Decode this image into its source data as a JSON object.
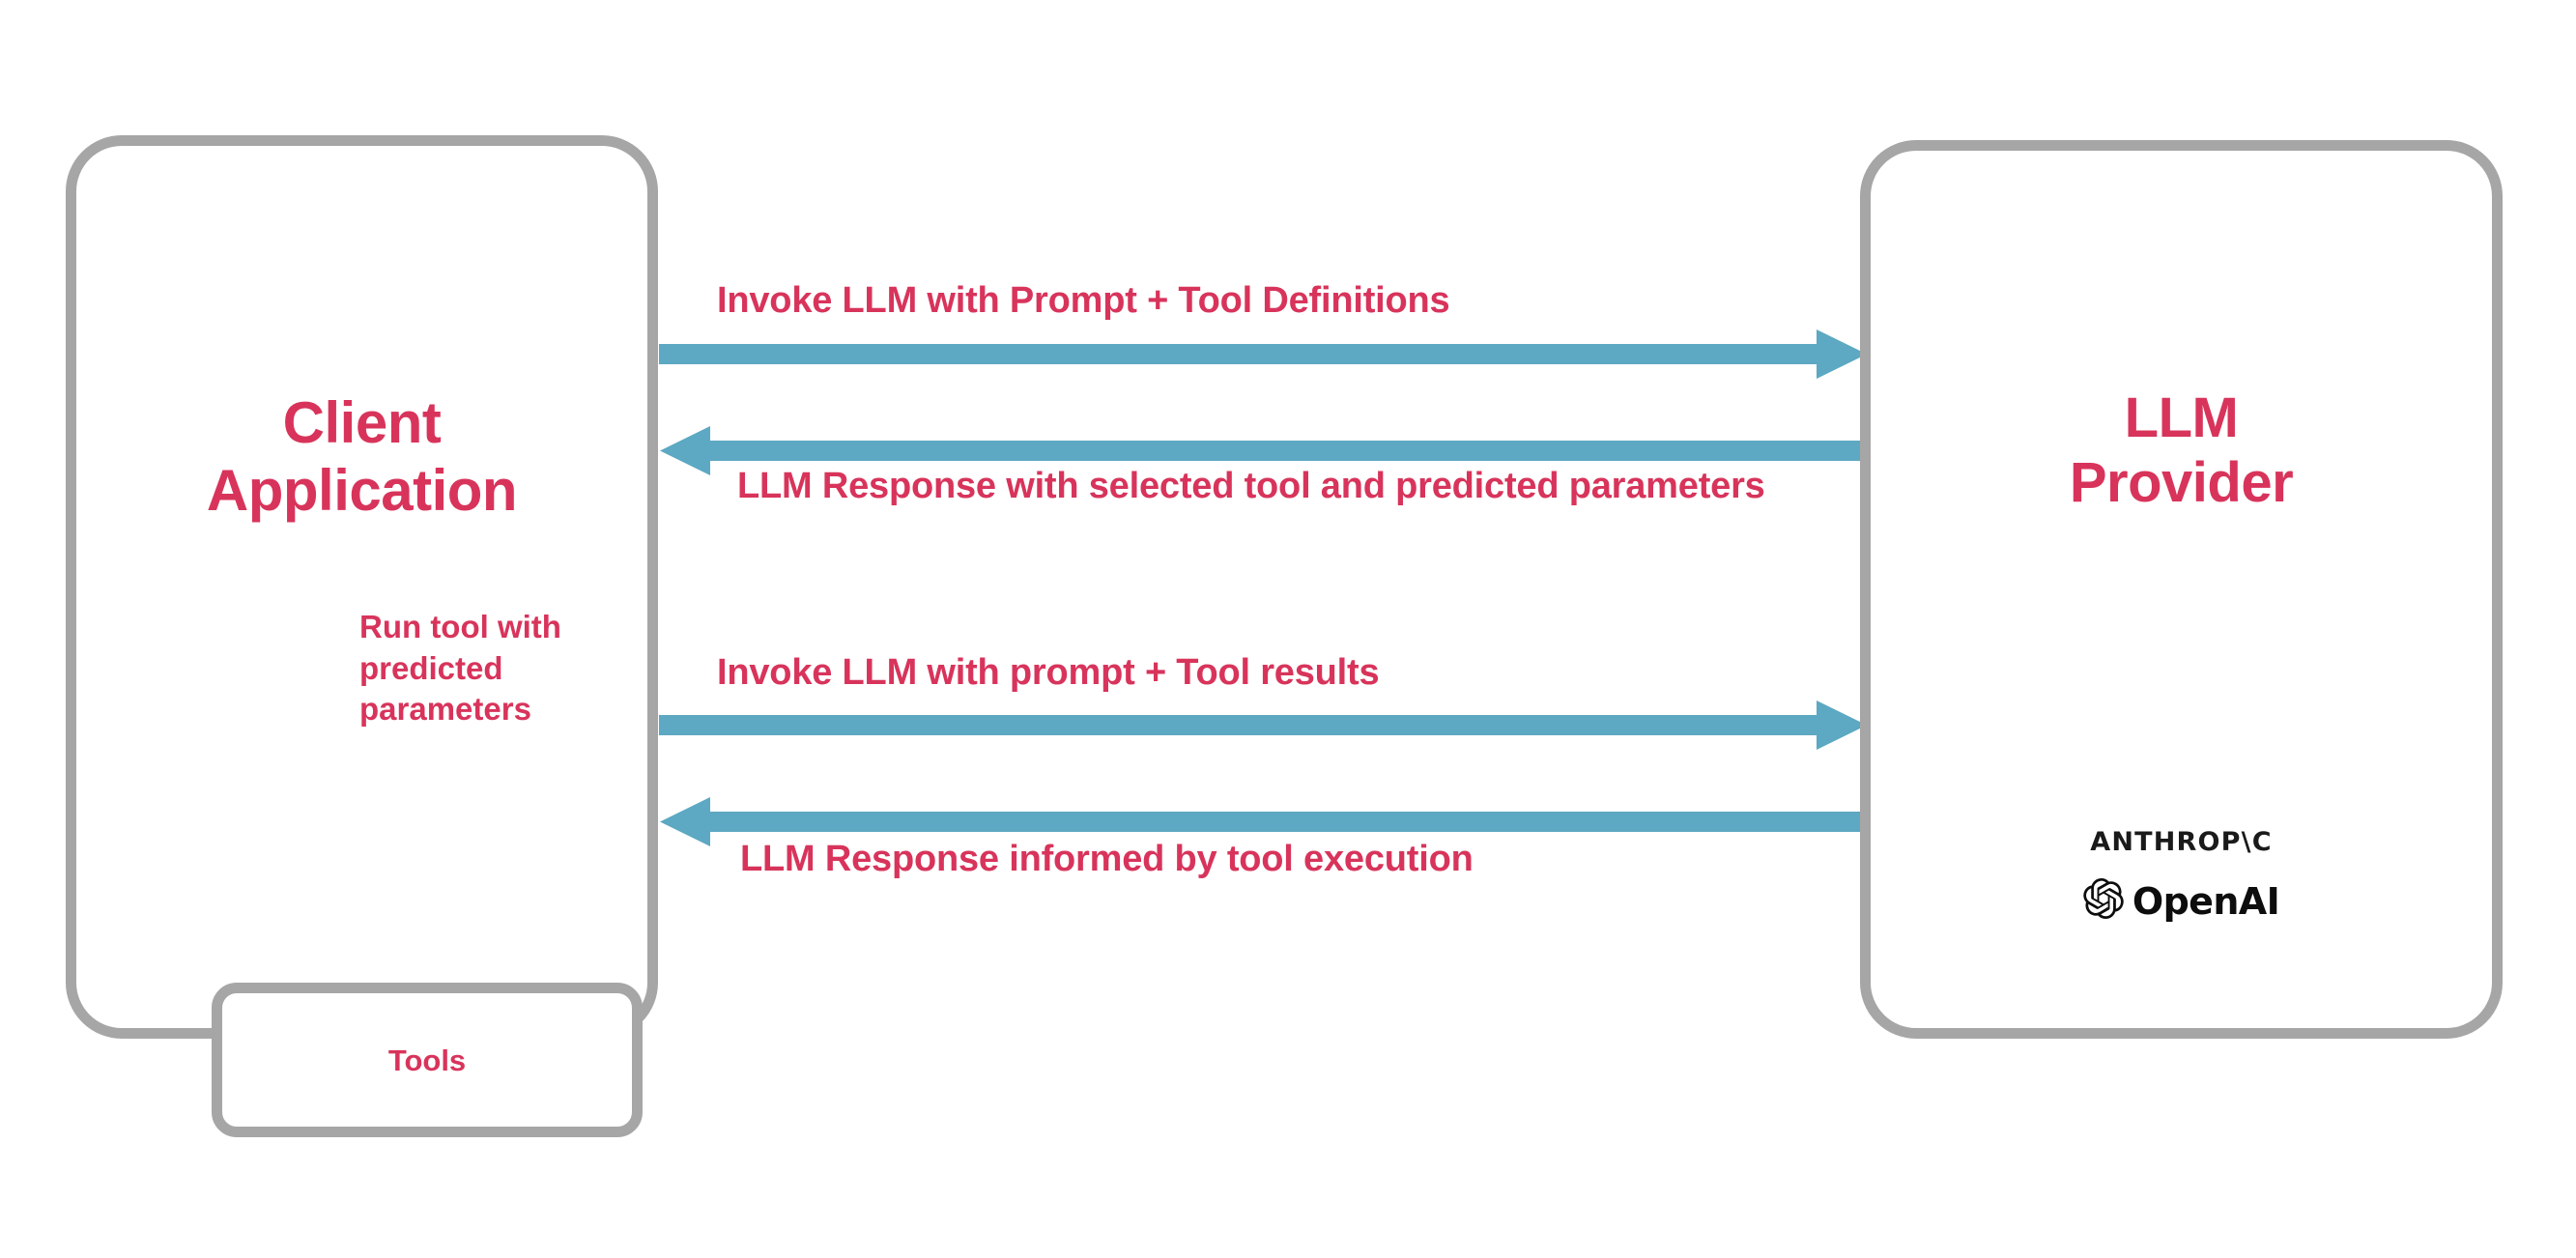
{
  "diagram": {
    "title": "LLM tool-calling interaction sequence",
    "colors": {
      "accent_text": "#d8345b",
      "arrow": "#5da8c2",
      "box_border": "#a6a6a6",
      "logo_text": "#0d0d0d",
      "background": "#ffffff"
    },
    "nodes": {
      "client": {
        "title": "Client\nApplication",
        "inner": {
          "tools_label": "Tools"
        }
      },
      "provider": {
        "title": "LLM\nProvider",
        "logos": [
          {
            "name": "anthropic-logo",
            "text": "ANTHROP\\C"
          },
          {
            "name": "openai-logo",
            "text": "OpenAI"
          }
        ]
      }
    },
    "flows": [
      {
        "id": "invoke-1",
        "label": "Invoke LLM with Prompt + Tool Definitions",
        "direction": "client-to-provider"
      },
      {
        "id": "response-1",
        "label": "LLM Response with selected tool and predicted parameters",
        "direction": "provider-to-client"
      },
      {
        "id": "invoke-2",
        "label": "Invoke LLM with prompt + Tool results",
        "direction": "client-to-provider"
      },
      {
        "id": "response-2",
        "label": "LLM Response informed by tool execution",
        "direction": "provider-to-client"
      },
      {
        "id": "run-tool",
        "label": "Run tool with\npredicted\nparameters",
        "direction": "client-to-tools"
      }
    ]
  }
}
